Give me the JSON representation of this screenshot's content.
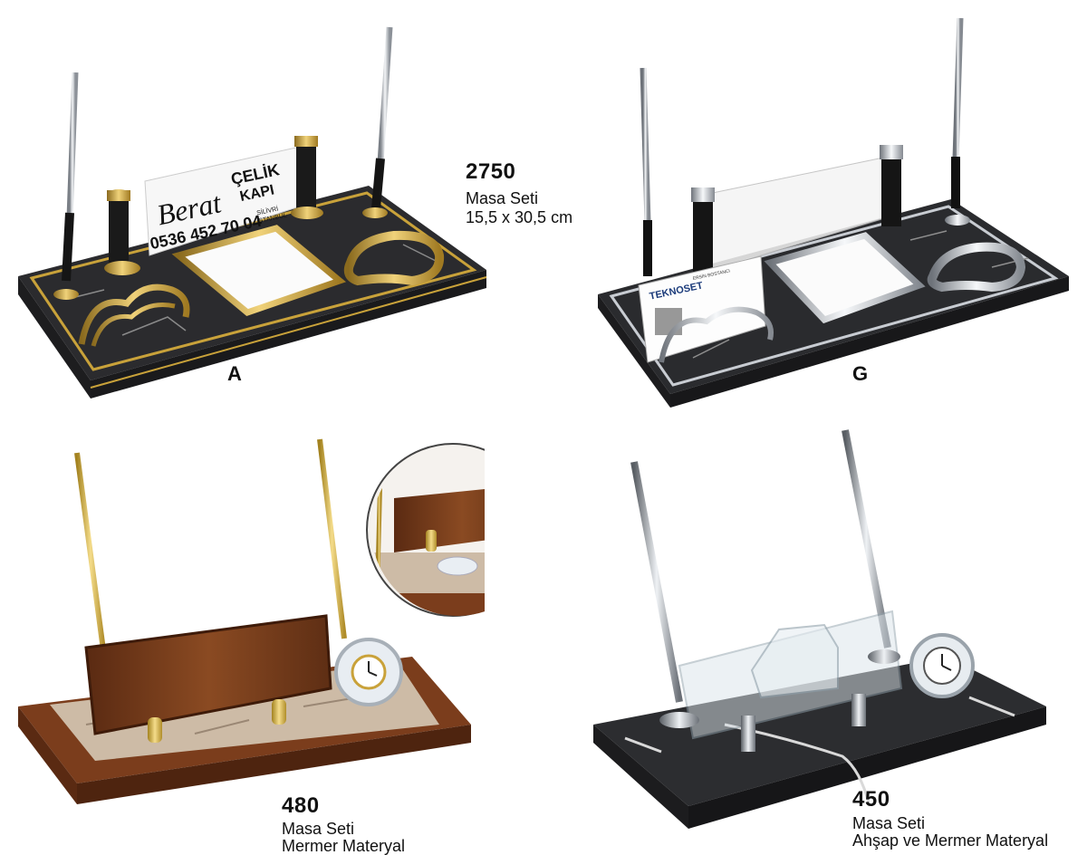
{
  "products": [
    {
      "code": "2750",
      "lines": [
        "Masa Seti",
        "15,5 x 30,5 cm"
      ],
      "variants": [
        "A",
        "G"
      ],
      "imprint_a": {
        "brand": "Berat",
        "company_line1": "ÇELİK",
        "company_line2": "KAPI",
        "phone": "0536 452 70 04",
        "city1": "SİLİVRİ",
        "city2": "İSTANBUL"
      },
      "imprint_g": {
        "company": "TEKNOSET",
        "person": "ERSİN BOSTANCI"
      }
    },
    {
      "code": "480",
      "lines": [
        "Masa Seti",
        "Mermer Materyal"
      ]
    },
    {
      "code": "450",
      "lines": [
        "Masa Seti",
        "Ahşap ve Mermer Materyal"
      ]
    }
  ],
  "colors": {
    "gold": "#c9a23a",
    "silver": "#c8ccd2",
    "marble_dark": "#2a2b2f",
    "wood": "#7a3e1e"
  }
}
